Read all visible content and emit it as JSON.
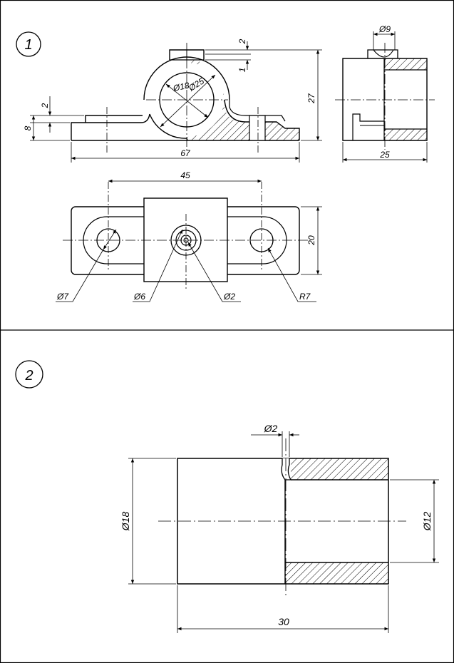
{
  "sheet": {
    "panel1": {
      "number": "1",
      "front_view": {
        "dims": {
          "d_bore": "Ø18",
          "d_outer": "Ø25",
          "width_67": "67",
          "height_27": "27",
          "base_8": "8",
          "step_2": "2",
          "top_2": "2",
          "top_1": "1"
        }
      },
      "side_view": {
        "dims": {
          "d_hole": "Ø9",
          "width_25": "25"
        }
      },
      "top_view": {
        "dims": {
          "pitch_45": "45",
          "depth_20": "20",
          "d_bolt": "Ø7",
          "d_boss": "Ø6",
          "d_oil": "Ø2",
          "radius": "R7"
        }
      }
    },
    "panel2": {
      "number": "2",
      "bushing": {
        "dims": {
          "d_oil": "Ø2",
          "d_outer": "Ø18",
          "d_inner": "Ø12",
          "length": "30"
        }
      }
    }
  }
}
